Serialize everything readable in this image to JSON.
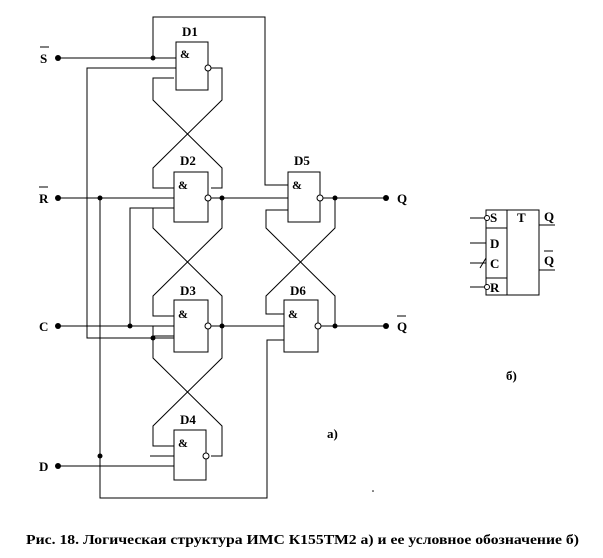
{
  "gates": {
    "d1": {
      "name": "D1",
      "op": "&"
    },
    "d2": {
      "name": "D2",
      "op": "&"
    },
    "d3": {
      "name": "D3",
      "op": "&"
    },
    "d4": {
      "name": "D4",
      "op": "&"
    },
    "d5": {
      "name": "D5",
      "op": "&"
    },
    "d6": {
      "name": "D6",
      "op": "&"
    }
  },
  "inputs": {
    "s_bar": "S",
    "r_bar": "R",
    "c": "C",
    "d": "D"
  },
  "outputs": {
    "q": "Q",
    "q_bar": "Q"
  },
  "symbol": {
    "s": "S",
    "d": "D",
    "c": "C",
    "r": "R",
    "t": "T",
    "q": "Q",
    "q_bar": "Q"
  },
  "parts": {
    "a": "а)",
    "b": "б)"
  },
  "caption": "Рис. 18. Логическая структура ИМС К155ТМ2 а) и ее условное обозначение б)"
}
